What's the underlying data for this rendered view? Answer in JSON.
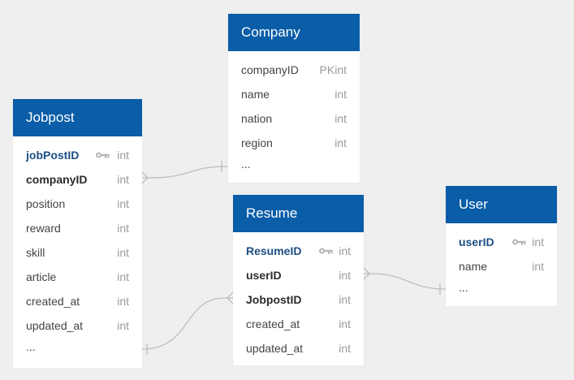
{
  "colors": {
    "header": "#0a5da7",
    "background": "#efefef",
    "primary_key_text": "#1b4f83",
    "type_text": "#9a9a9a",
    "connector": "#bdbdbd"
  },
  "tables": {
    "company": {
      "title": "Company",
      "fields": [
        {
          "name": "companyID",
          "type": "PKint"
        },
        {
          "name": "name",
          "type": "int"
        },
        {
          "name": "nation",
          "type": "int"
        },
        {
          "name": "region",
          "type": "int"
        },
        {
          "name": "...",
          "type": ""
        }
      ]
    },
    "jobpost": {
      "title": "Jobpost",
      "fields": [
        {
          "name": "jobPostID",
          "type": "int",
          "key_icon": "key-icon"
        },
        {
          "name": "companyID",
          "type": "int"
        },
        {
          "name": "position",
          "type": "int"
        },
        {
          "name": "reward",
          "type": "int"
        },
        {
          "name": "skill",
          "type": "int"
        },
        {
          "name": "article",
          "type": "int"
        },
        {
          "name": "created_at",
          "type": "int"
        },
        {
          "name": "updated_at",
          "type": "int"
        },
        {
          "name": "...",
          "type": ""
        }
      ]
    },
    "resume": {
      "title": "Resume",
      "fields": [
        {
          "name": "ResumeID",
          "type": "int",
          "key_icon": "key-icon"
        },
        {
          "name": "userID",
          "type": "int"
        },
        {
          "name": "JobpostID",
          "type": "int"
        },
        {
          "name": "created_at",
          "type": "int"
        },
        {
          "name": "updated_at",
          "type": "int"
        }
      ]
    },
    "user": {
      "title": "User",
      "fields": [
        {
          "name": "userID",
          "type": "int",
          "key_icon": "key-icon"
        },
        {
          "name": "name",
          "type": "int"
        },
        {
          "name": "...",
          "type": ""
        }
      ]
    }
  },
  "relationships": [
    {
      "from": "jobpost.companyID",
      "to": "company.companyID",
      "cardinality": "many-to-one"
    },
    {
      "from": "resume.userID",
      "to": "user.userID",
      "cardinality": "many-to-one"
    },
    {
      "from": "resume.JobpostID",
      "to": "jobpost.jobPostID",
      "cardinality": "many-to-one"
    }
  ]
}
